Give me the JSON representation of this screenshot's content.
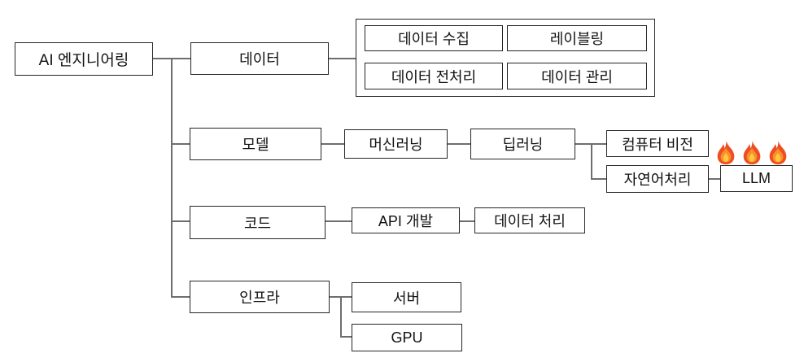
{
  "diagram": {
    "root": {
      "label": "AI 엔지니어링"
    },
    "data_branch": {
      "label": "데이터",
      "children": {
        "collect": {
          "label": "데이터 수집"
        },
        "labeling": {
          "label": "레이블링"
        },
        "preprocess": {
          "label": "데이터 전처리"
        },
        "manage": {
          "label": "데이터 관리"
        }
      }
    },
    "model_branch": {
      "label": "모델",
      "ml": {
        "label": "머신러닝"
      },
      "dl": {
        "label": "딥러닝"
      },
      "cv": {
        "label": "컴퓨터 비전"
      },
      "nlp": {
        "label": "자연어처리"
      },
      "llm": {
        "label": "LLM"
      }
    },
    "code_branch": {
      "label": "코드",
      "api": {
        "label": "API 개발"
      },
      "dataproc": {
        "label": "데이터 처리"
      }
    },
    "infra_branch": {
      "label": "인프라",
      "server": {
        "label": "서버"
      },
      "gpu": {
        "label": "GPU"
      }
    },
    "icons": {
      "fire": {
        "name": "fire-icon",
        "count": 3
      }
    },
    "colors": {
      "background": "#ffffff",
      "box_border": "#262626",
      "text": "#111111",
      "connector": "#6e6e6e",
      "fire_outer": "#EF4E23",
      "fire_mid": "#F8912D",
      "fire_inner": "#FFC83D"
    }
  }
}
